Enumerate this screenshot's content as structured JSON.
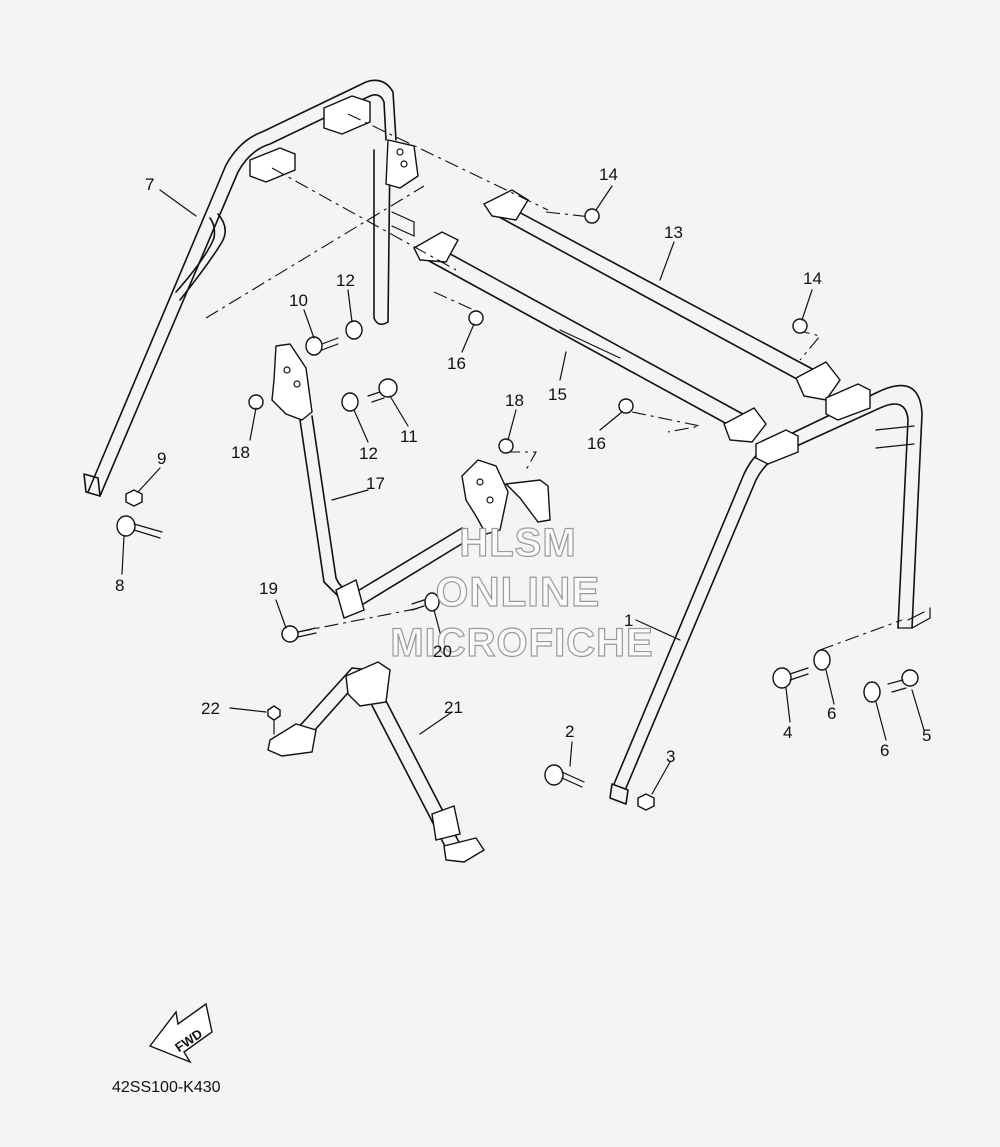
{
  "diagram": {
    "drawing_code": "42SS100-K430",
    "fwd_label": "FWD",
    "watermark": [
      "HLSM",
      "ONLINE",
      "MICROFICHE"
    ],
    "callouts": [
      {
        "id": "c1",
        "text": "1"
      },
      {
        "id": "c2",
        "text": "2"
      },
      {
        "id": "c3",
        "text": "3"
      },
      {
        "id": "c4",
        "text": "4"
      },
      {
        "id": "c5",
        "text": "5"
      },
      {
        "id": "c6a",
        "text": "6"
      },
      {
        "id": "c6b",
        "text": "6"
      },
      {
        "id": "c7",
        "text": "7"
      },
      {
        "id": "c8",
        "text": "8"
      },
      {
        "id": "c9",
        "text": "9"
      },
      {
        "id": "c10",
        "text": "10"
      },
      {
        "id": "c11",
        "text": "11"
      },
      {
        "id": "c12a",
        "text": "12"
      },
      {
        "id": "c12b",
        "text": "12"
      },
      {
        "id": "c13",
        "text": "13"
      },
      {
        "id": "c14a",
        "text": "14"
      },
      {
        "id": "c14b",
        "text": "14"
      },
      {
        "id": "c15",
        "text": "15"
      },
      {
        "id": "c16a",
        "text": "16"
      },
      {
        "id": "c16b",
        "text": "16"
      },
      {
        "id": "c17",
        "text": "17"
      },
      {
        "id": "c18a",
        "text": "18"
      },
      {
        "id": "c18b",
        "text": "18"
      },
      {
        "id": "c19",
        "text": "19"
      },
      {
        "id": "c20",
        "text": "20"
      },
      {
        "id": "c21",
        "text": "21"
      },
      {
        "id": "c22",
        "text": "22"
      }
    ]
  }
}
